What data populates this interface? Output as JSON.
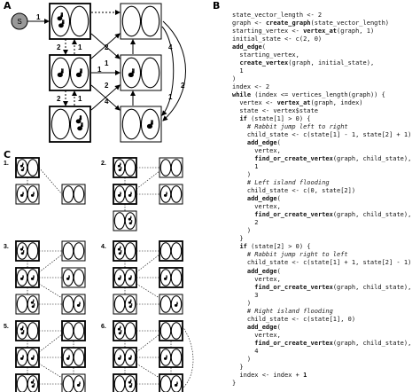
{
  "labels": {
    "a": "A",
    "b": "B",
    "c": "C"
  },
  "diagram_a": {
    "start_node": "S",
    "start_edge": "1",
    "edge_labels": [
      "2",
      "1",
      "2",
      "4",
      "1",
      "2",
      "1",
      "2",
      "1",
      "4",
      "2",
      "1"
    ]
  },
  "diagram_c": {
    "step_labels": [
      "1.",
      "2.",
      "3.",
      "4.",
      "5.",
      "6."
    ]
  },
  "code": [
    [
      {
        "t": "state_vector_length <- 2"
      }
    ],
    [
      {
        "t": "graph <- "
      },
      {
        "t": "create_graph",
        "b": 1
      },
      {
        "t": "(state_vector_length)"
      }
    ],
    [
      {
        "t": "starting_vertex <- "
      },
      {
        "t": "vertex_at",
        "b": 1
      },
      {
        "t": "(graph, 1)"
      }
    ],
    [
      {
        "t": "initial_state <- c(2, 0)"
      }
    ],
    [
      {
        "t": "add_edge",
        "b": 1
      },
      {
        "t": "("
      }
    ],
    [
      {
        "t": "  starting_vertex,"
      }
    ],
    [
      {
        "t": "  "
      },
      {
        "t": "create_vertex",
        "b": 1
      },
      {
        "t": "(graph, initial_state),"
      }
    ],
    [
      {
        "t": "  1"
      }
    ],
    [
      {
        "t": ")"
      }
    ],
    [
      {
        "t": "index <- 2"
      }
    ],
    [
      {
        "t": "while",
        "b": 1
      },
      {
        "t": " (index <= vertices_length(graph)) {"
      }
    ],
    [
      {
        "t": "  vertex <- "
      },
      {
        "t": "vertex_at",
        "b": 1
      },
      {
        "t": "(graph, index)"
      }
    ],
    [
      {
        "t": "  state <- vertex$state"
      }
    ],
    [
      {
        "t": "  "
      },
      {
        "t": "if",
        "b": 1
      },
      {
        "t": " (state[1] > 0) {"
      }
    ],
    [
      {
        "t": "    "
      },
      {
        "t": "# Rabbit jump left to right",
        "i": 1
      }
    ],
    [
      {
        "t": "    child_state <- c(state[1] - 1, state[2] + 1)"
      }
    ],
    [
      {
        "t": "    "
      },
      {
        "t": "add_edge",
        "b": 1
      },
      {
        "t": "("
      }
    ],
    [
      {
        "t": "      vertex,"
      }
    ],
    [
      {
        "t": "      "
      },
      {
        "t": "find_or_create_vertex",
        "b": 1
      },
      {
        "t": "(graph, child_state),"
      }
    ],
    [
      {
        "t": "      1"
      }
    ],
    [
      {
        "t": "    )"
      }
    ],
    [
      {
        "t": "    "
      },
      {
        "t": "# Left island flooding",
        "i": 1
      }
    ],
    [
      {
        "t": "    child_state <- c(0, state[2])"
      }
    ],
    [
      {
        "t": "    "
      },
      {
        "t": "add_edge",
        "b": 1
      },
      {
        "t": "("
      }
    ],
    [
      {
        "t": "      vertex,"
      }
    ],
    [
      {
        "t": "      "
      },
      {
        "t": "find_or_create_vertex",
        "b": 1
      },
      {
        "t": "(graph, child_state),"
      }
    ],
    [
      {
        "t": "      2"
      }
    ],
    [
      {
        "t": "    )"
      }
    ],
    [
      {
        "t": "  }"
      }
    ],
    [
      {
        "t": "  "
      },
      {
        "t": "if",
        "b": 1
      },
      {
        "t": " (state[2] > 0) {"
      }
    ],
    [
      {
        "t": "    "
      },
      {
        "t": "# Rabbit jump right to left",
        "i": 1
      }
    ],
    [
      {
        "t": "    child_state <- c(state[1] + 1, state[2] - 1)"
      }
    ],
    [
      {
        "t": "    "
      },
      {
        "t": "add_edge",
        "b": 1
      },
      {
        "t": "("
      }
    ],
    [
      {
        "t": "      vertex,"
      }
    ],
    [
      {
        "t": "      "
      },
      {
        "t": "find_or_create_vertex",
        "b": 1
      },
      {
        "t": "(graph, child_state),"
      }
    ],
    [
      {
        "t": "      3"
      }
    ],
    [
      {
        "t": "    )"
      }
    ],
    [
      {
        "t": "    "
      },
      {
        "t": "# Right island flooding",
        "i": 1
      }
    ],
    [
      {
        "t": "    child_state <- c(state[1], 0)"
      }
    ],
    [
      {
        "t": "    "
      },
      {
        "t": "add_edge",
        "b": 1
      },
      {
        "t": "("
      }
    ],
    [
      {
        "t": "      vertex,"
      }
    ],
    [
      {
        "t": "      "
      },
      {
        "t": "find_or_create_vertex",
        "b": 1
      },
      {
        "t": "(graph, child_state),"
      }
    ],
    [
      {
        "t": "      4"
      }
    ],
    [
      {
        "t": "    )"
      }
    ],
    [
      {
        "t": "  }"
      }
    ],
    [
      {
        "t": "  index <- index + "
      },
      {
        "t": "1",
        "b": 1
      }
    ],
    [
      {
        "t": "}"
      }
    ]
  ]
}
